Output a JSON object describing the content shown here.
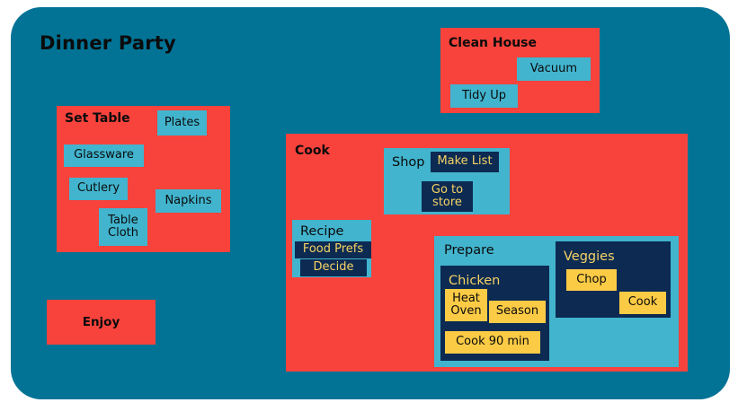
{
  "page": {
    "title": "Dinner Party",
    "background_color": "#027395",
    "canvas_color": "#ffffff"
  },
  "palette": {
    "level1_red": "#F7433C",
    "level2_blue": "#42B4CE",
    "level3_navy": "#0C2A52",
    "level4_yellow": "#FCCB45",
    "board_teal": "#027395",
    "text_dark": "#0b0b0b",
    "text_yellow": "#F6D365"
  },
  "nodes": {
    "set_table": {
      "label": "Set Table",
      "children": [
        {
          "label": "Plates"
        },
        {
          "label": "Glassware"
        },
        {
          "label": "Cutlery"
        },
        {
          "label": "Napkins"
        },
        {
          "label": "Table\nCloth"
        }
      ]
    },
    "enjoy": {
      "label": "Enjoy"
    },
    "clean_house": {
      "label": "Clean House",
      "children": [
        {
          "label": "Vacuum"
        },
        {
          "label": "Tidy Up"
        }
      ]
    },
    "cook": {
      "label": "Cook",
      "shop": {
        "label": "Shop",
        "children": [
          {
            "label": "Make List"
          },
          {
            "label": "Go to\nstore"
          }
        ]
      },
      "recipe": {
        "label": "Recipe",
        "children": [
          {
            "label": "Food Prefs"
          },
          {
            "label": "Decide"
          }
        ]
      },
      "prepare": {
        "label": "Prepare",
        "chicken": {
          "label": "Chicken",
          "children": [
            {
              "label": "Heat\nOven"
            },
            {
              "label": "Season"
            },
            {
              "label": "Cook 90 min"
            }
          ]
        },
        "veggies": {
          "label": "Veggies",
          "children": [
            {
              "label": "Chop"
            },
            {
              "label": "Cook"
            }
          ]
        }
      }
    }
  }
}
